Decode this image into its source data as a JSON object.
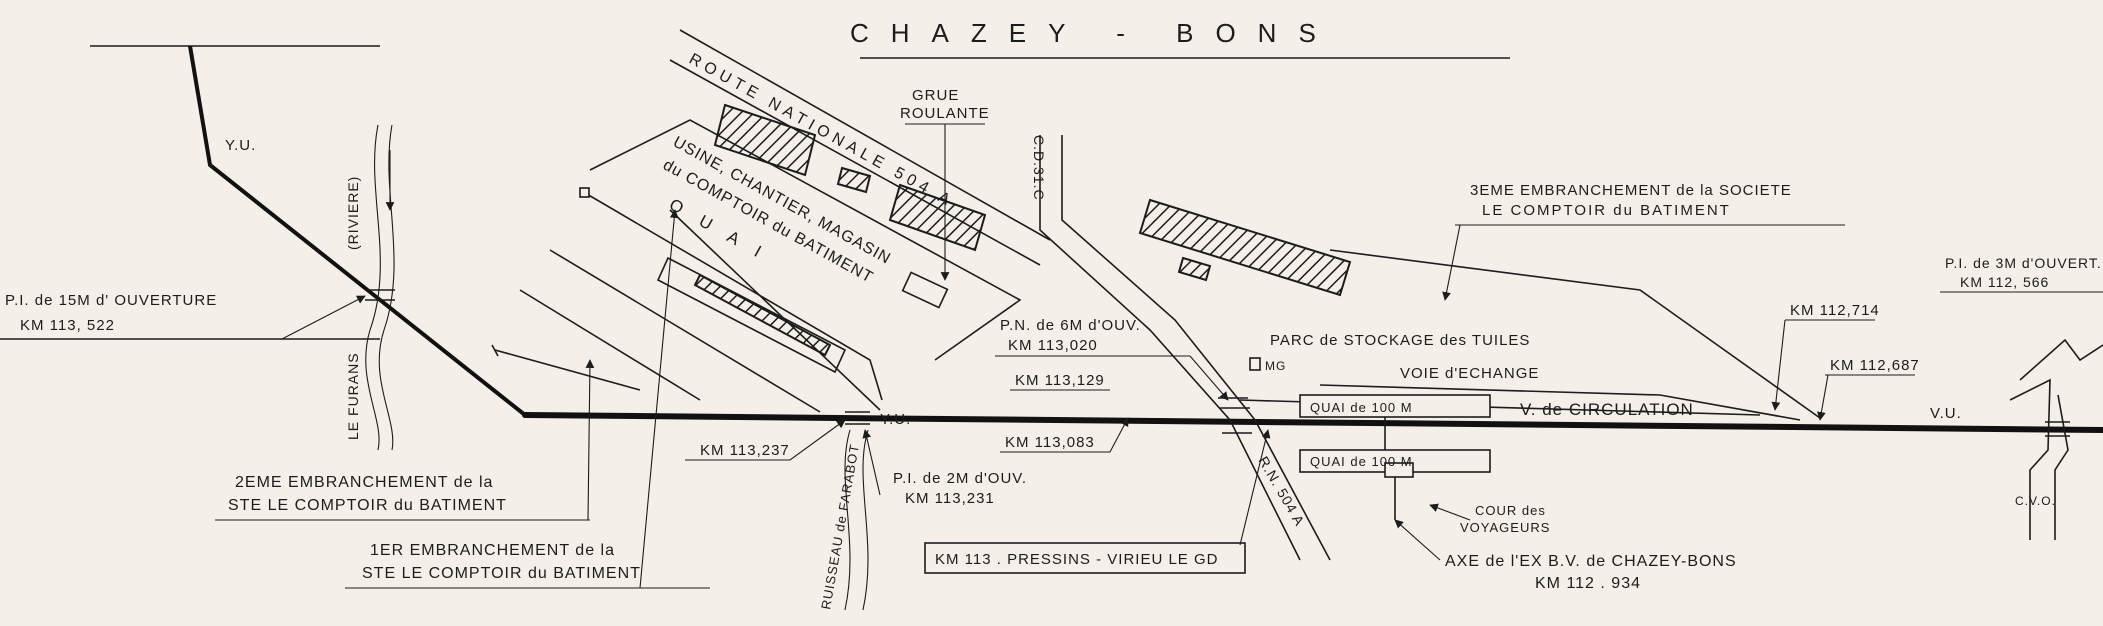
{
  "title": "CHAZEY - BONS",
  "labels": {
    "route_nationale": "ROUTE NATIONALE 504 A",
    "grue_line1": "GRUE",
    "grue_line2": "ROULANTE",
    "usine_line1": "USINE, CHANTIER, MAGASIN",
    "usine_line2": "du COMPTOIR du BATIMENT",
    "quai_upper": "Q U A I",
    "riviere": "(RIVIERE)",
    "le_furans": "LE FURANS",
    "cd31c": "C.D.31.C",
    "yu_upper": "Y.U.",
    "yu_mid": "Y.U.",
    "vu_right": "V.U.",
    "emb3_line1": "3EME EMBRANCHEMENT de la SOCIETE",
    "emb3_line2": "LE COMPTOIR du BATIMENT",
    "pi15_line1": "P.I. de 15M d' OUVERTURE",
    "pi15_line2": "KM 113, 522",
    "pn6_line1": "P.N. de 6M d'OUV.",
    "pn6_line2": "KM 113,020",
    "km113129": "KM 113,129",
    "km113083": "KM 113,083",
    "km113237": "KM 113,237",
    "pi2_line1": "P.I. de 2M d'OUV.",
    "pi2_line2": "KM 113,231",
    "parc": "PARC de STOCKAGE des TUILES",
    "voie_echange": "VOIE d'ECHANGE",
    "v_circulation": "V. de CIRCULATION",
    "quai100_upper": "QUAI de 100 M",
    "quai100_lower": "QUAI de 100 M",
    "mg": "MG",
    "km112714": "KM 112,714",
    "km112687": "KM 112,687",
    "pi3_line1": "P.I. de 3M d'OUVERT.",
    "pi3_line2": "KM 112, 566",
    "cvo": "C.V.O.",
    "emb2_line1": "2EME EMBRANCHEMENT de la",
    "emb2_line2": "STE LE COMPTOIR du BATIMENT",
    "emb1_line1": "1ER EMBRANCHEMENT de la",
    "emb1_line2": "STE LE COMPTOIR du BATIMENT",
    "ruisseau": "RUISSEAU de FARABOT",
    "km113_pressins": "KM 113 . PRESSINS - VIRIEU LE GD",
    "rn504a_lower": "R.N. 504 A",
    "cour_line1": "COUR des",
    "cour_line2": "VOYAGEURS",
    "axe_line1": "AXE de l'EX B.V. de CHAZEY-BONS",
    "axe_line2": "KM 112 . 934"
  }
}
